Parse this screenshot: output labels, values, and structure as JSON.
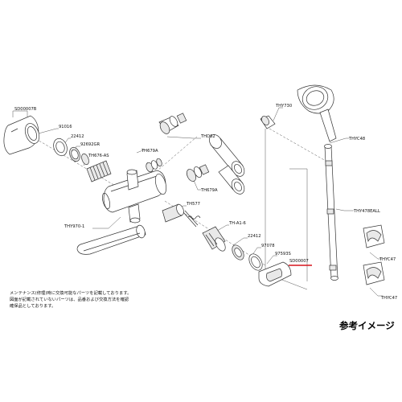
{
  "labels": {
    "sleeve_top": "SD00007B",
    "nut_left": "91016",
    "ring_22412_top": "22412",
    "ring_92": "92692GR",
    "th676": "TH676-AS",
    "th679a_top": "TH679A",
    "thd62": "THD62",
    "th679a_mid": "TH679A",
    "thy970": "THY970-1",
    "th577": "TH577",
    "thy730": "THY730",
    "thyc48": "THYC48",
    "thy478eall": "THY478EALL",
    "thyc47a": "THYC47",
    "thyc47b": "THYC47",
    "tha1": "TH-A1-6",
    "ring_22412_low": "22412",
    "r97078": "97078",
    "r97593s": "97593S",
    "sd_red": "SD00007",
    "note_lines": [
      "メンテナンス(修理)時に交換可能なパーツを記載しております。",
      "図面が記載されていないパーツは、品番および交換方法を確認",
      "確保品としております。"
    ],
    "caption": "参考イメージ"
  },
  "colors": {
    "ink": "#333333",
    "highlight": "#d6141c",
    "part_fill": "#e9e9e9"
  }
}
